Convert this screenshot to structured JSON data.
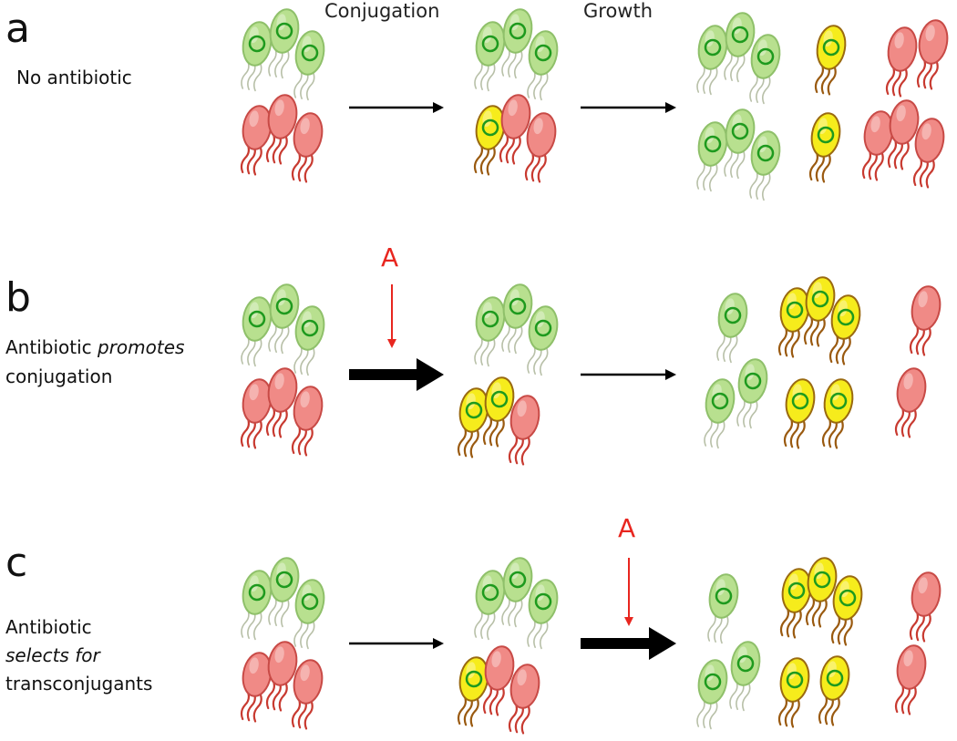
{
  "header": {
    "step1": "Conjugation",
    "step2": "Growth"
  },
  "panels": [
    {
      "letter": "a",
      "desc": [
        {
          "text": "No antibiotic"
        }
      ]
    },
    {
      "letter": "b",
      "desc": [
        {
          "text": "Antibiotic "
        },
        {
          "text": "promotes",
          "italic": true
        },
        {
          "text": "conjugation",
          "newline": true
        }
      ]
    },
    {
      "letter": "c",
      "desc": [
        {
          "text": "Antibiotic"
        },
        {
          "text": "selects for",
          "italic": true,
          "newline": true
        },
        {
          "text": "transconjugants",
          "newline": true
        }
      ]
    }
  ],
  "antibiotic_marker": "A",
  "cell_types": {
    "donor": {
      "fill": "#b8e08f",
      "stroke": "#8fc06a",
      "tail": "#b8c0a8",
      "plasmid": "#1e9a1e"
    },
    "recipient": {
      "fill": "#f08a86",
      "stroke": "#c84a46",
      "tail": "#c83a30"
    },
    "transconjugant": {
      "fill": "#f6ec1c",
      "stroke": "#9a6a10",
      "tail": "#9a5a10",
      "plasmid": "#1e9a1e"
    }
  },
  "arrow_colors": {
    "normal": "#000000",
    "antibiotic": "#e8261f"
  }
}
